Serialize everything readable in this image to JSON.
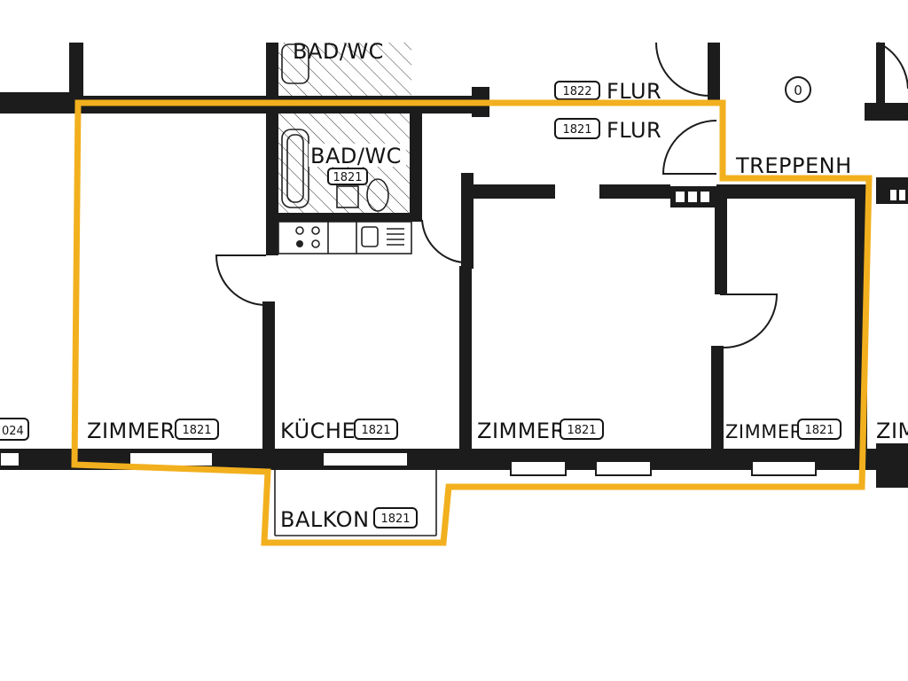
{
  "plan": {
    "rooms": [
      {
        "name": "ZIMMER",
        "number": "1821"
      },
      {
        "name": "KÜCHE",
        "number": "1821"
      },
      {
        "name": "ZIMMER",
        "number": "1821"
      },
      {
        "name": "ZIMMER",
        "number": "1821"
      },
      {
        "name": "BALKON",
        "number": "1821"
      },
      {
        "name": "BAD/WC",
        "number": "1821"
      },
      {
        "name": "FLUR",
        "number": "1821"
      }
    ],
    "neighbor": {
      "flur_top": {
        "name": "FLUR",
        "number": "1822"
      },
      "bad_top": "BAD/WC",
      "stair": "TREPPENH",
      "marker": "0",
      "left_cut": "024",
      "right_cut": "ZIM"
    },
    "highlight_color": "#F2B01E"
  }
}
